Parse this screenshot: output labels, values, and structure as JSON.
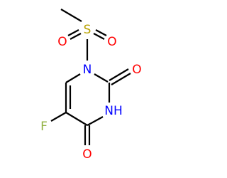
{
  "molecule": {
    "atoms": {
      "sulfur": "S",
      "sulfonyl_oxygen_left": "O",
      "sulfonyl_oxygen_right": "O",
      "ring_nitrogen_1": "N",
      "carbonyl_oxygen_upper": "O",
      "ring_nh": "NH",
      "carbonyl_oxygen_lower": "O",
      "fluorine": "F"
    }
  },
  "colors": {
    "bond": "#000000",
    "sulfur": "#B8A200",
    "oxygen": "#FF0000",
    "nitrogen": "#0000FF",
    "fluorine": "#90B040"
  }
}
